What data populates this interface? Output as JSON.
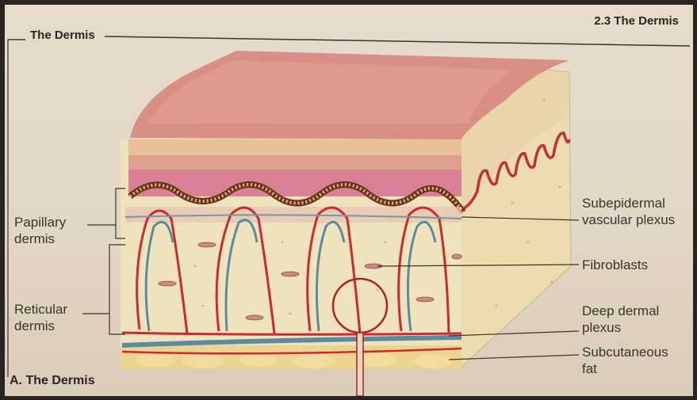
{
  "header": {
    "section": "2.3 The Dermis"
  },
  "section_title": "The Dermis",
  "figure_caption": "A. The Dermis",
  "labels": {
    "left": {
      "papillary": [
        "Papillary",
        "dermis"
      ],
      "reticular": [
        "Reticular",
        "dermis"
      ]
    },
    "right": {
      "subepidermal": [
        "Subepidermal",
        "vascular plexus"
      ],
      "fibroblasts": [
        "Fibroblasts"
      ],
      "deep_dermal": [
        "Deep dermal",
        "plexus"
      ],
      "subcutaneous": [
        "Subcutaneous",
        "fat"
      ]
    }
  }
}
